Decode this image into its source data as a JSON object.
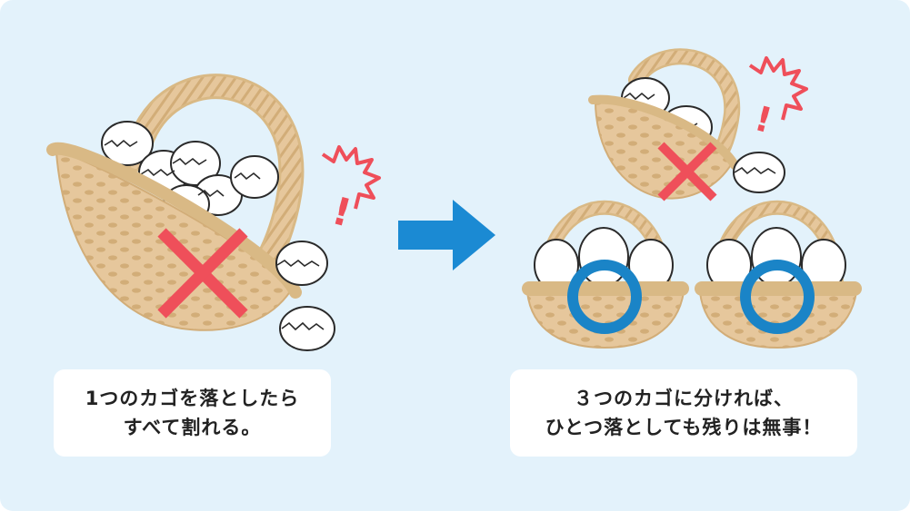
{
  "captions": {
    "left": {
      "line1": "1つのカゴを落としたら",
      "line2": "すべて割れる。"
    },
    "right": {
      "line1": "３つのカゴに分ければ、",
      "line2": "ひとつ落としても残りは無事！"
    }
  },
  "symbols": {
    "exclaim": "!"
  },
  "colors": {
    "background": "#e3f2fb",
    "basket": "#e6c79c",
    "basket_dark": "#d2ad78",
    "cross": "#ef4f5a",
    "circle": "#1a84c7",
    "arrow": "#1b8ad3"
  },
  "icons": [
    "cross-mark-icon",
    "circle-mark-icon",
    "arrow-right-icon",
    "crash-burst-icon"
  ]
}
